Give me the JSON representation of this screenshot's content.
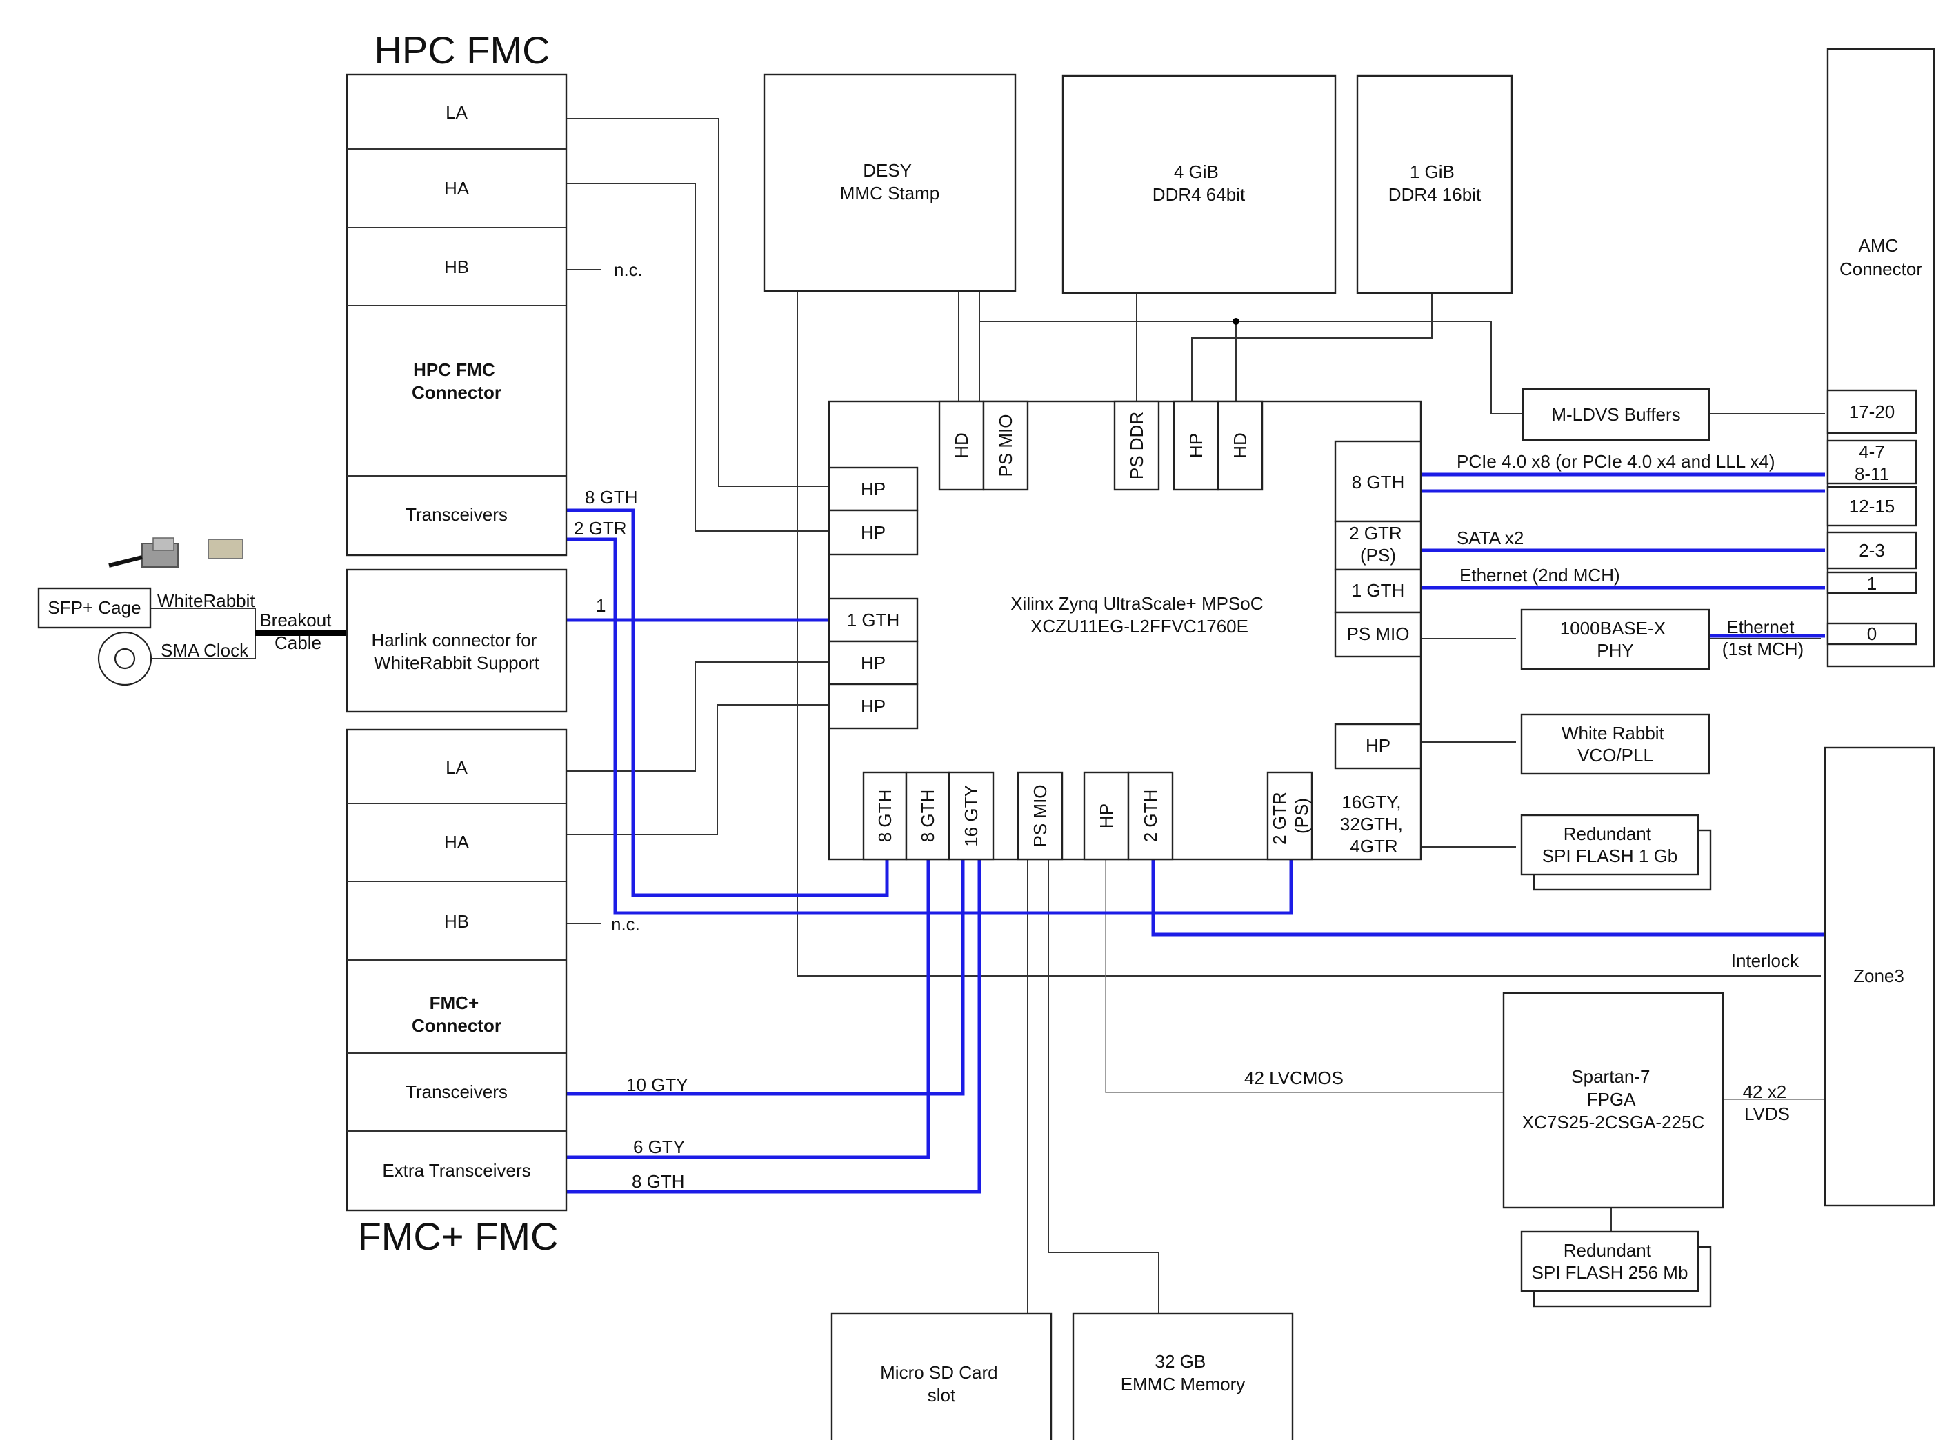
{
  "hpc_fmc": {
    "title": "HPC FMC",
    "la": "LA",
    "ha": "HA",
    "hb": "HB",
    "connector": [
      "HPC FMC",
      "Connector"
    ],
    "transceivers": "Transceivers",
    "nc": "n.c."
  },
  "fmcplus": {
    "title": "FMC+ FMC",
    "la": "LA",
    "ha": "HA",
    "hb": "HB",
    "connector": [
      "FMC+",
      "Connector"
    ],
    "transceivers": "Transceivers",
    "extra": "Extra Transceivers",
    "nc": "n.c."
  },
  "harlink": [
    "Harlink connector for",
    "WhiteRabbit Support"
  ],
  "sfp_cage": "SFP+ Cage",
  "whiterabbit_label": "WhiteRabbit",
  "sma_clock": "SMA Clock",
  "breakout_cable": [
    "Breakout",
    "Cable"
  ],
  "desy_mmc": [
    "DESY",
    "MMC Stamp"
  ],
  "ddr4_64": [
    "4 GiB",
    "DDR4 64bit"
  ],
  "ddr4_16": [
    "1 GiB",
    "DDR4 16bit"
  ],
  "amc_connector": [
    "AMC",
    "Connector"
  ],
  "amc_pins": [
    "17-20",
    "4-7",
    "8-11",
    "12-15",
    "2-3",
    "1",
    "0"
  ],
  "mlvds": "M-LDVS Buffers",
  "mpsoc": {
    "name": [
      "Xilinx Zynq UltraScale+ MPSoC",
      "XCZU11EG-L2FFVC1760E"
    ],
    "top_banks": [
      "HD",
      "PS MIO",
      "PS DDR",
      "HP",
      "HD"
    ],
    "left_banks": [
      "HP",
      "HP",
      "1 GTH",
      "HP",
      "HP"
    ],
    "right_banks": [
      "8 GTH",
      [
        "2 GTR",
        "(PS)"
      ],
      "1 GTH",
      "PS MIO",
      "HP"
    ],
    "bottom_banks": [
      "8 GTH",
      "8 GTH",
      "16 GTY",
      "PS MIO",
      "HP",
      "2 GTH",
      [
        "2 GTR",
        "(PS)"
      ]
    ],
    "totals": [
      "16GTY,",
      "32GTH,",
      "4GTR"
    ]
  },
  "links": {
    "hpc_8gth": "8 GTH",
    "hpc_2gtr": "2 GTR",
    "harlink_1": "1",
    "pcie": "PCIe 4.0 x8 (or PCIe 4.0 x4 and LLL x4)",
    "sata": "SATA x2",
    "eth2": "Ethernet (2nd MCH)",
    "eth1": [
      "Ethernet",
      "(1st MCH)"
    ],
    "fmc_10gty": "10 GTY",
    "fmc_6gty": "6 GTY",
    "fmc_8gth": "8 GTH",
    "lvcmos": "42 LVCMOS",
    "lvds": [
      "42 x2",
      "LVDS"
    ],
    "interlock": "Interlock"
  },
  "phy": [
    "1000BASE-X",
    "PHY"
  ],
  "wr_pll": [
    "White Rabbit",
    "VCO/PLL"
  ],
  "flash_1gb": [
    "Redundant",
    "SPI FLASH 1 Gb"
  ],
  "zone3": "Zone3",
  "spartan": [
    "Spartan-7",
    "FPGA",
    "XC7S25-2CSGA-225C"
  ],
  "flash_256": [
    "Redundant",
    "SPI FLASH 256 Mb"
  ],
  "sd_card": [
    "Micro SD Card",
    "slot"
  ],
  "emmc": [
    "32 GB",
    "EMMC Memory"
  ]
}
